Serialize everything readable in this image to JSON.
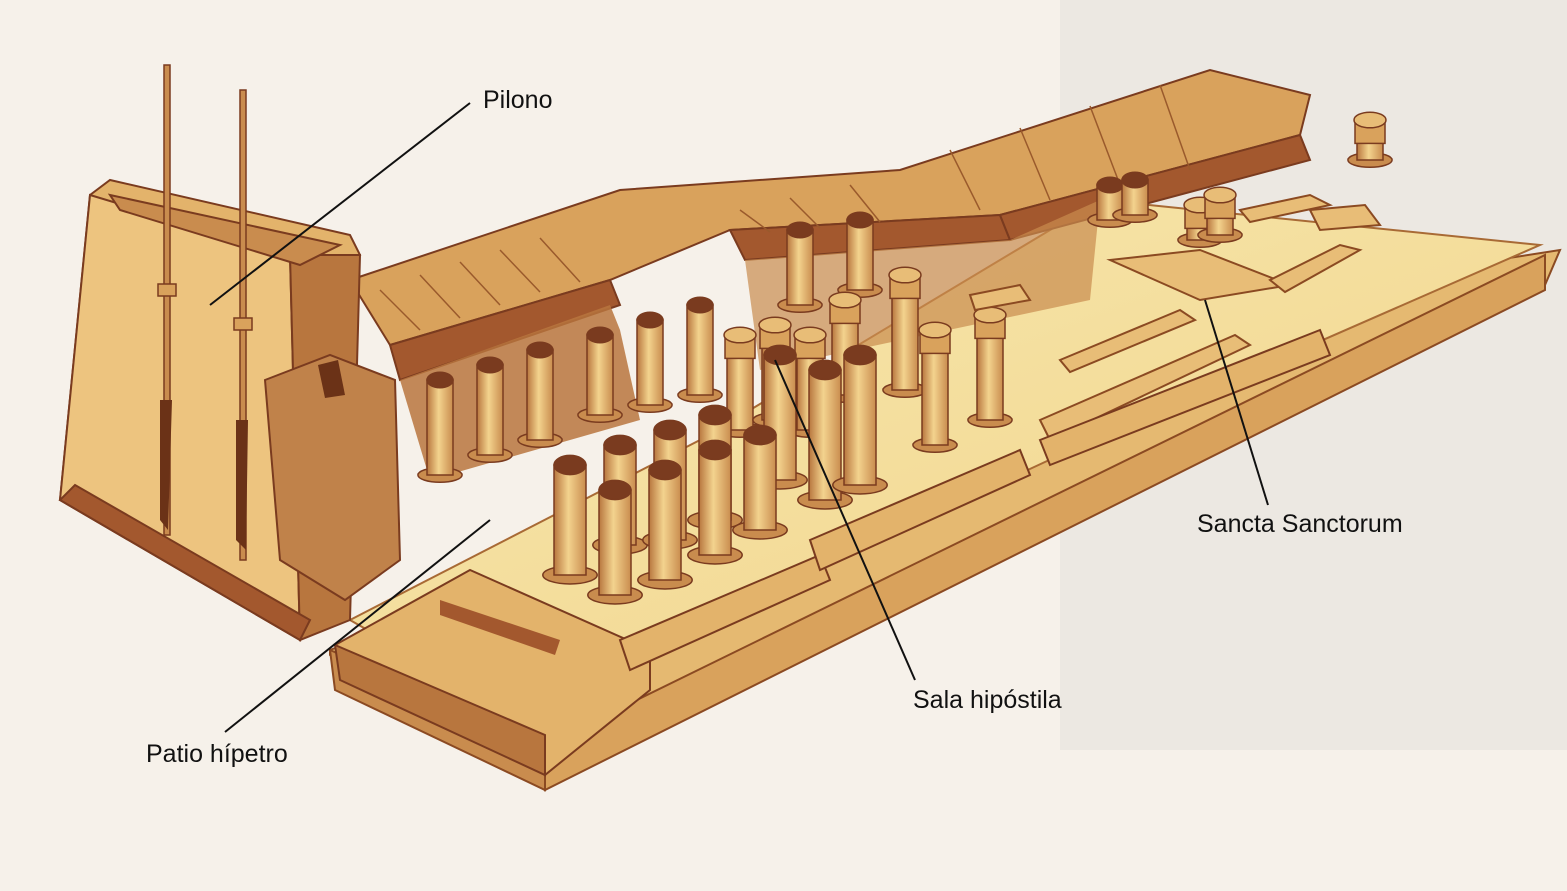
{
  "labels": {
    "pilono": "Pilono",
    "sala_hipostila": "Sala hipóstila",
    "sancta_sanctorum": "Sancta Sanctorum",
    "patio_hipetro": "Patio hípetro"
  },
  "colors": {
    "background": "#f6f1ea",
    "stone_light": "#f0d38a",
    "stone_mid": "#d9aa62",
    "stone_shadow": "#a3582e",
    "stone_dark": "#7a3b1f",
    "floor": "#f6e3a0",
    "leader_line": "#111111"
  }
}
